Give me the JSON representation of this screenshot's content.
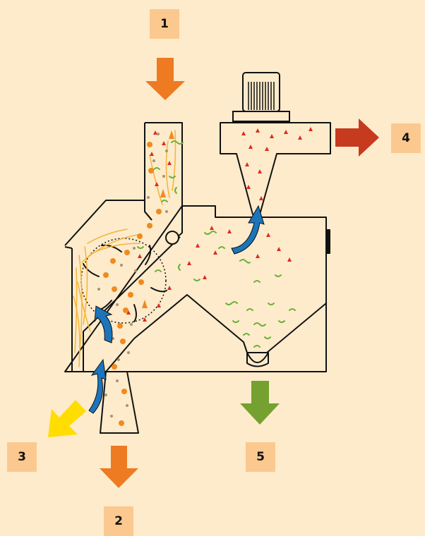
{
  "labels": {
    "feed": "1",
    "heavy": "2",
    "light": "3",
    "fine": "4",
    "medium": "5"
  },
  "colors": {
    "background": "#fdebcb",
    "label_box": "#fbc98f",
    "arrow_feed": "#ee7a22",
    "arrow_heavy": "#ee7a22",
    "arrow_light": "#ffdd00",
    "arrow_fine": "#c63a1e",
    "arrow_medium": "#74a12f",
    "air_flow": "#1b75bb",
    "fibers": "#f2b43a",
    "green_particles": "#6bb33a",
    "red_particles": "#dd2a1f",
    "orange_particles": "#f08a1d",
    "dots": "#a89373"
  }
}
